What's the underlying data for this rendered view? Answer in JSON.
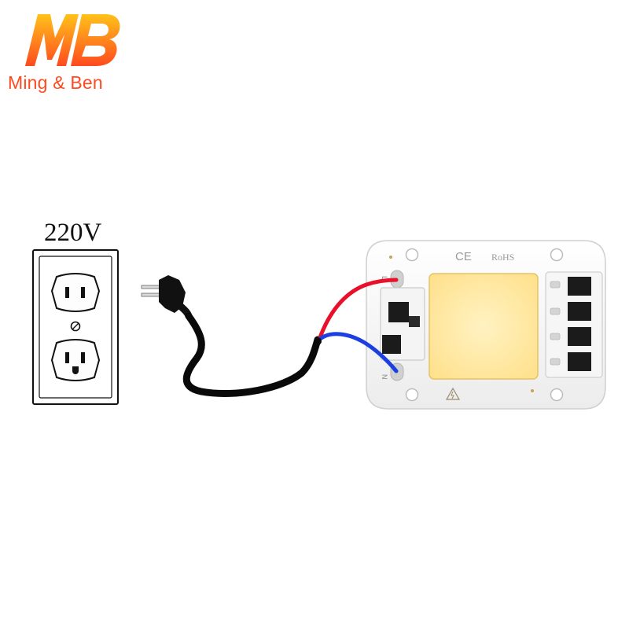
{
  "brand": {
    "name": "Ming & Ben"
  },
  "socket": {
    "voltage": "220V"
  },
  "led_module": {
    "certifications": [
      "CE",
      "RoHS"
    ],
    "terminal_top": "L",
    "terminal_bottom": "N"
  },
  "wires": {
    "live_color": "#e8102a",
    "neutral_color": "#1c3fe0",
    "cord_color": "#0a0a0a"
  },
  "colors": {
    "logo_gradient_top": "#ffb21a",
    "logo_gradient_bottom": "#ff4a1f",
    "led_yellow": "#ffe9a3"
  }
}
